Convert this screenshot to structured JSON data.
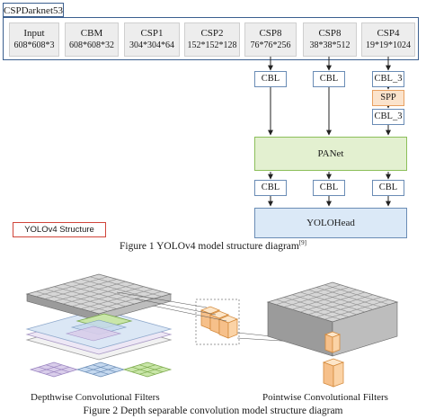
{
  "backbone": {
    "title": "CSPDarknet53",
    "stages": [
      {
        "name": "Input",
        "dims": "608*608*3"
      },
      {
        "name": "CBM",
        "dims": "608*608*32"
      },
      {
        "name": "CSP1",
        "dims": "304*304*64"
      },
      {
        "name": "CSP2",
        "dims": "152*152*128"
      },
      {
        "name": "CSP8",
        "dims": "76*76*256"
      },
      {
        "name": "CSP8",
        "dims": "38*38*512"
      },
      {
        "name": "CSP4",
        "dims": "19*19*1024"
      }
    ]
  },
  "neck": {
    "cbl_top": [
      "CBL",
      "CBL",
      "CBL_3"
    ],
    "spp": "SPP",
    "cbl_after_spp": "CBL_3",
    "panet": "PANet",
    "cbl_bottom": [
      "CBL",
      "CBL",
      "CBL"
    ]
  },
  "head": {
    "label": "YOLOHead"
  },
  "legend": {
    "label": "YOLOv4 Structure"
  },
  "figure1": {
    "caption": "Figure 1 YOLOv4 model structure diagram",
    "ref": "[9]"
  },
  "figure2": {
    "caption": "Figure 2 Depth separable convolution model structure diagram",
    "left_label": "Depthwise Convolutional Filters",
    "right_label": "Pointwise Convolutional Filters"
  },
  "colors": {
    "grid": "#8a8a8a",
    "grid_top": "#d9d9d9",
    "green": "#c9e6a8",
    "purple": "#d9cdea",
    "blue": "#c4d8ef",
    "orange": "#fbd3a6",
    "panet": "#e3f0d0",
    "yolohead": "#dbe9f7"
  }
}
